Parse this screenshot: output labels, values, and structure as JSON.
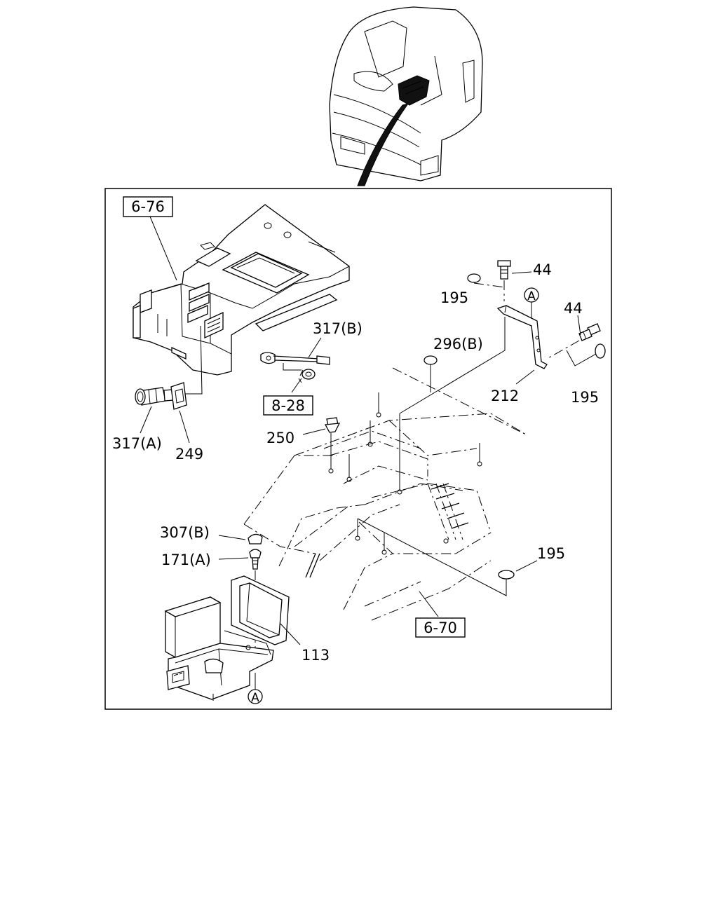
{
  "refs": {
    "r676": "6-76",
    "r828": "8-28",
    "r670": "6-70"
  },
  "callouts": {
    "c44a": "44",
    "c44b": "44",
    "c195a": "195",
    "c195b": "195",
    "c195c": "195",
    "c317b": "317(B)",
    "c296b": "296(B)",
    "c212": "212",
    "c250": "250",
    "c317a": "317(A)",
    "c249": "249",
    "c307b": "307(B)",
    "c171a": "171(A)",
    "c113": "113"
  },
  "markers": {
    "a_top": "A",
    "a_bottom": "A"
  },
  "colors": {
    "line": "#000000",
    "background": "#ffffff"
  }
}
